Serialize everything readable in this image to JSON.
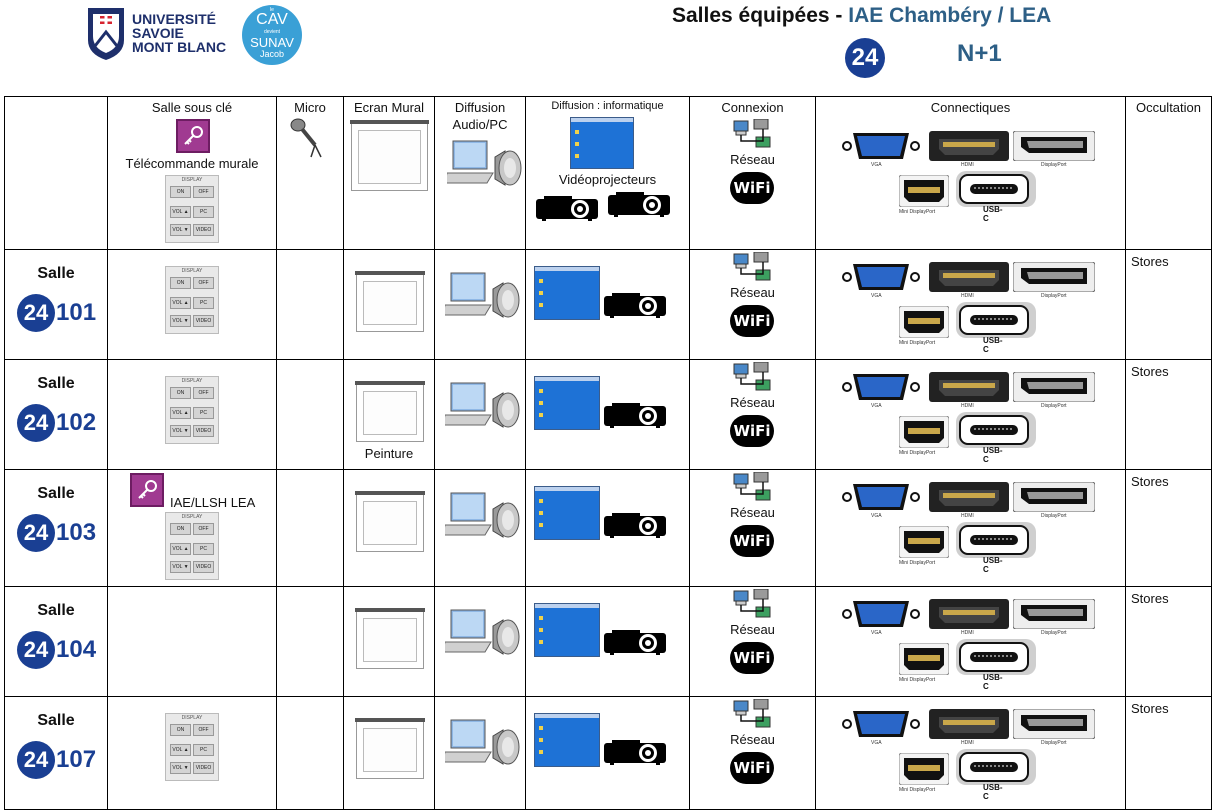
{
  "header": {
    "logo_usmb_line1": "UNIVERSITÉ",
    "logo_usmb_line2": "SAVOIE",
    "logo_usmb_line3": "MONT BLANC",
    "cav_top": "le",
    "cav_main": "CAV",
    "cav_sub": "devient",
    "cav_sunav": "SUNAV",
    "cav_jacob": "Jacob",
    "title_prefix": "Salles équipées - ",
    "title_accent": "IAE Chambéry / LEA",
    "badge": "24",
    "nplus": "N+1"
  },
  "columns": {
    "salle_sous_cle": "Salle sous clé",
    "telecommande": "Télécommande murale",
    "micro": "Micro",
    "ecran": "Ecran Mural",
    "diffusion_audio_1": "Diffusion",
    "diffusion_audio_2": "Audio/PC",
    "diffusion_info": "Diffusion : informatique",
    "videoprojecteurs": "Vidéoprojecteurs",
    "connexion": "Connexion",
    "reseau": "Réseau",
    "wifi": "WiFi",
    "connectiques": "Connectiques",
    "occultation": "Occultation"
  },
  "ports": {
    "vga": "VGA",
    "hdmi": "HDMI",
    "displayport": "DisplayPort",
    "mini_displayport": "Mini DisplayPort",
    "usbc": "USB-C"
  },
  "remote": {
    "header": "DISPLAY",
    "on": "ON",
    "off": "OFF",
    "vol_up": "VOL ▲",
    "pc": "PC",
    "vol_down": "VOL ▼",
    "video": "VIDEO"
  },
  "rooms": [
    {
      "salle_label": "Salle",
      "badge": "24",
      "number": "101",
      "ecran_note": "",
      "key_note": "",
      "occultation": "Stores"
    },
    {
      "salle_label": "Salle",
      "badge": "24",
      "number": "102",
      "ecran_note": "Peinture",
      "key_note": "",
      "occultation": "Stores"
    },
    {
      "salle_label": "Salle",
      "badge": "24",
      "number": "103",
      "ecran_note": "",
      "key_note": "IAE/LLSH LEA",
      "occultation": "Stores"
    },
    {
      "salle_label": "Salle",
      "badge": "24",
      "number": "104",
      "ecran_note": "",
      "key_note": "",
      "occultation": "Stores"
    },
    {
      "salle_label": "Salle",
      "badge": "24",
      "number": "107",
      "ecran_note": "",
      "key_note": "",
      "occultation": "Stores"
    }
  ]
}
